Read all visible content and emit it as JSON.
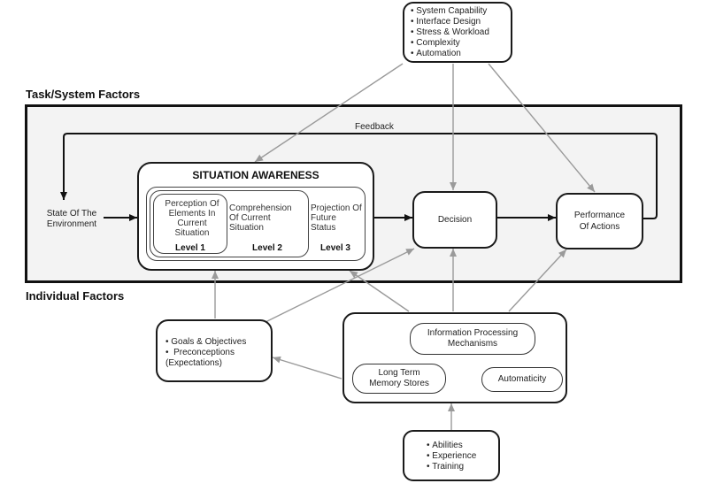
{
  "task_factors": {
    "items": [
      "System Capability",
      "Interface Design",
      "Stress & Workload",
      "Complexity",
      "Automation"
    ]
  },
  "labels": {
    "task_system": "Task/System Factors",
    "individual": "Individual Factors",
    "feedback": "Feedback",
    "state_of_environment": "State Of The Environment"
  },
  "situation_awareness": {
    "title": "SITUATION AWARENESS",
    "level1": {
      "text": "Perception Of Elements In Current Situation",
      "label": "Level 1"
    },
    "level2": {
      "text": "Comprehension Of Current Situation",
      "label": "Level 2"
    },
    "level3": {
      "text": "Projection Of Future Status",
      "label": "Level 3"
    }
  },
  "decision": "Decision",
  "performance": "Performance Of Actions",
  "goals": {
    "items": [
      "Goals & Objectives",
      "Preconceptions (Expectations)"
    ]
  },
  "mechanisms": {
    "info_processing": "Information Processing Mechanisms",
    "long_term_memory": "Long Term Memory Stores",
    "automaticity": "Automaticity"
  },
  "abilities": {
    "items": [
      "Abilities",
      "Experience",
      "Training"
    ]
  }
}
